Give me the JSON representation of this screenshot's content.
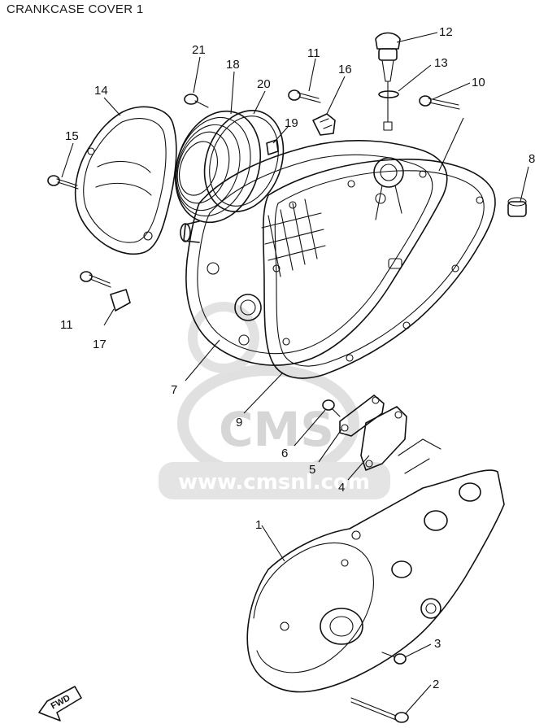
{
  "title": "CRANKCASE COVER 1",
  "watermark": {
    "text": "www.cmsnl.com",
    "logo_text": "CMS"
  },
  "fwd_label": "FWD",
  "callouts": [
    "1",
    "2",
    "3",
    "4",
    "5",
    "6",
    "7",
    "8",
    "9",
    "10",
    "11",
    "11",
    "12",
    "13",
    "14",
    "15",
    "16",
    "17",
    "18",
    "19",
    "20",
    "21"
  ],
  "colors": {
    "line": "#111111",
    "watermark": "#d9d9d9",
    "background": "#ffffff"
  }
}
